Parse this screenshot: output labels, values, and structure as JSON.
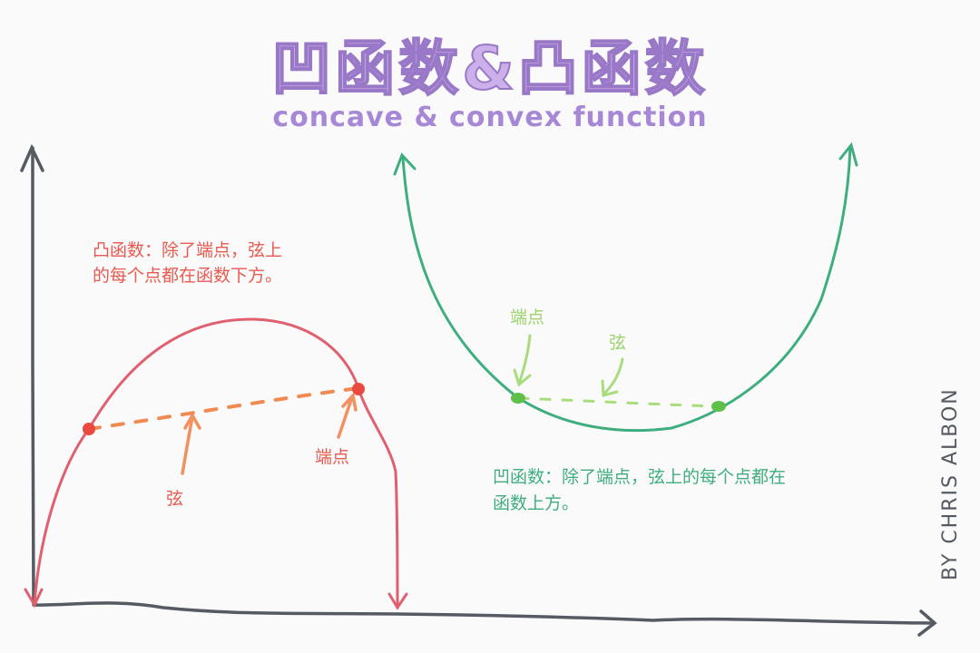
{
  "title": {
    "chinese": "凹函数&凸函数",
    "english": "concave & convex function"
  },
  "left_panel": {
    "function_type": "凸函数",
    "description_line1": "凸函数：除了端点，弦上",
    "description_line2": "的每个点都在函数下方。",
    "chord_label": "弦",
    "endpoint_label": "端点",
    "curve_color": "#e06070",
    "chord_color": "#f08a50",
    "point_color": "#e84a40"
  },
  "right_panel": {
    "function_type": "凹函数",
    "description_line1": "凹函数：除了端点，弦上的每个点都在",
    "description_line2": "函数上方。",
    "chord_label": "弦",
    "endpoint_label": "端点",
    "curve_color": "#3fae7f",
    "chord_color": "#a8dc7c",
    "point_color": "#5ec048"
  },
  "axes_color": "#555a63",
  "signature": "BY CHRIS ALBON"
}
